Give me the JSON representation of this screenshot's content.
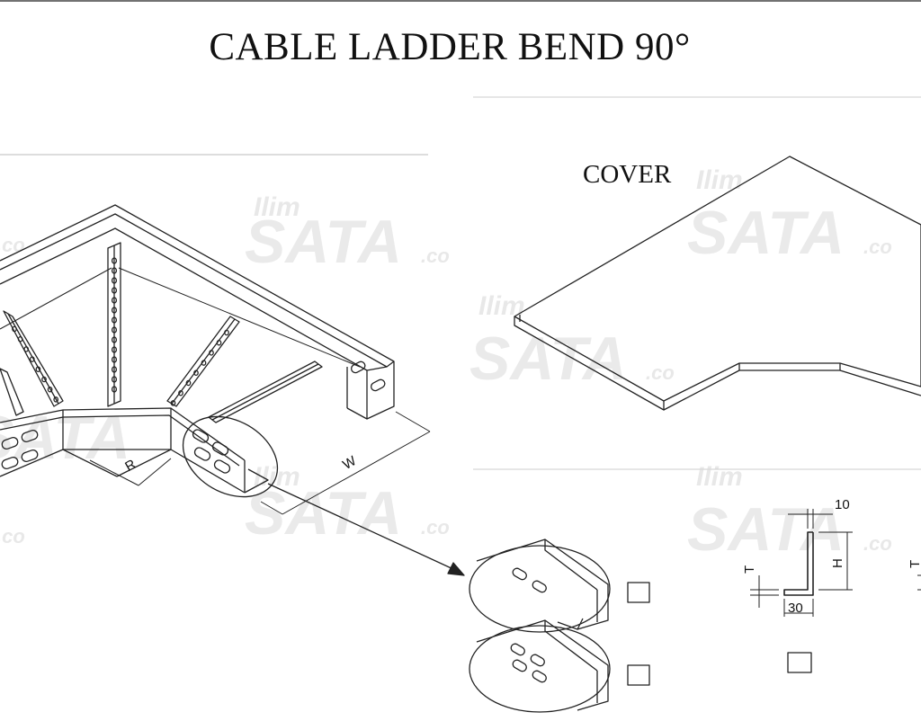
{
  "title": "CABLE LADDER BEND 90°",
  "cover_label": "COVER",
  "dimensions": {
    "radius": "R",
    "width": "W",
    "flange": "10",
    "base": "30",
    "height": "H",
    "thickness": "T"
  },
  "watermark": {
    "text": "SATA",
    "suffix": ".co",
    "script": "Ilim"
  },
  "colors": {
    "line": "#222222",
    "watermark": "#d9d9d9"
  }
}
